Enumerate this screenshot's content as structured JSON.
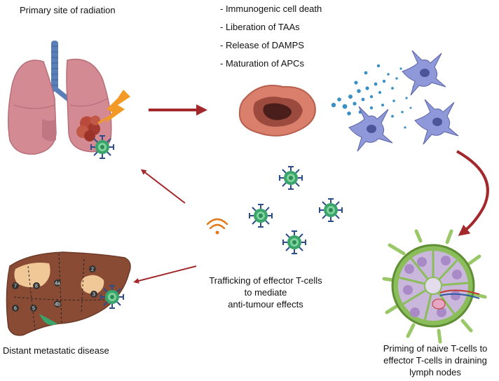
{
  "labels": {
    "primary_site": "Primary site of radiation",
    "distant": "Distant metastatic disease",
    "trafficking": [
      "Trafficking of effector T-cells",
      "to mediate",
      "anti-tumour effects"
    ],
    "priming": [
      "Priming of naive T-cells to",
      "effector T-cells in draining",
      "lymph nodes"
    ]
  },
  "effects": [
    "- Immunogenic cell death",
    "- Liberation of TAAs",
    "- Release of DAMPS",
    "- Maturation of APCs"
  ],
  "liver_segments": [
    "2",
    "3",
    "4a",
    "4b",
    "5",
    "6",
    "7",
    "8"
  ],
  "icons": [
    "lungs-icon",
    "radiation-bolt-icon",
    "tumour-icon",
    "dying-tumour-cell-icon",
    "dendritic-cell-icon",
    "t-cell-icon",
    "wireless-signal-icon",
    "liver-icon",
    "lymph-node-icon"
  ],
  "colors": {
    "arrow": "#a3282c",
    "t_cell": "#3aa56a",
    "t_cell_receptor": "#2c4d8a",
    "dendritic": "#8f98d8",
    "signal": "#e07b1f",
    "lung": "#d38a93",
    "liver": "#8a4b34"
  }
}
